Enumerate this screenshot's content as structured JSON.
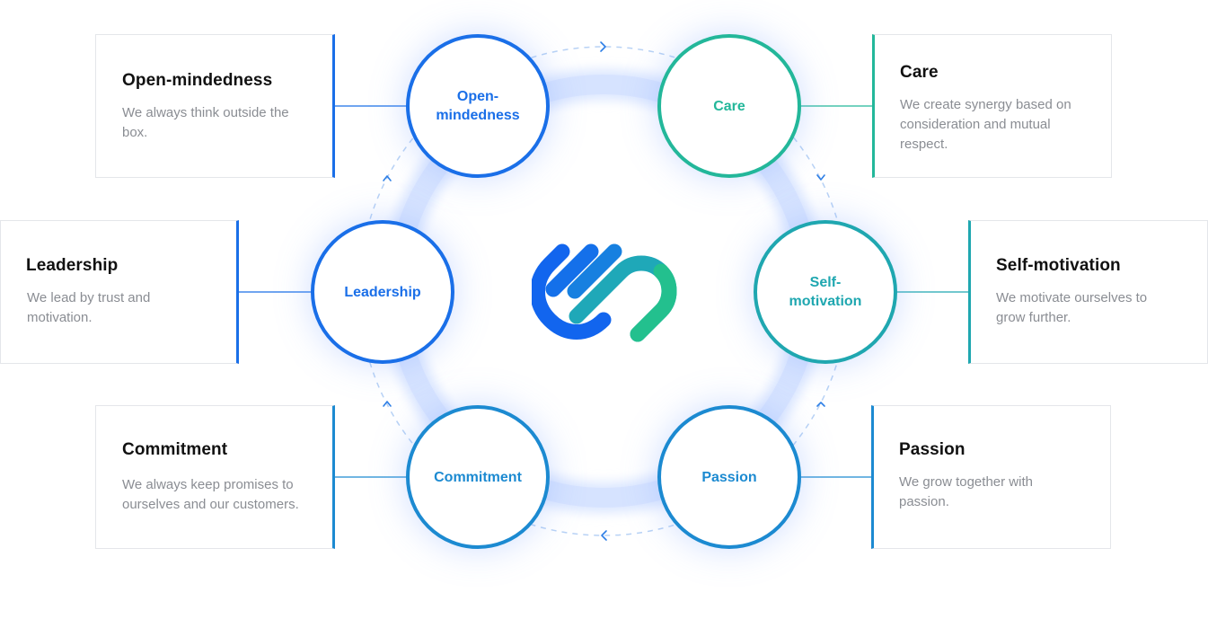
{
  "colors": {
    "blue": "#1a6fe8",
    "mid_blue": "#1c8ad1",
    "teal": "#23b79a",
    "teal_blue": "#1fa7b0",
    "ring_glow": "#dbe7ff",
    "card_border": "#e4e6ea"
  },
  "values": [
    {
      "id": "open",
      "node_label": "Open-\nmindedness",
      "title": "Open-mindedness",
      "description": "We always think outside the box.",
      "accent": "#1a6fe8"
    },
    {
      "id": "care",
      "node_label": "Care",
      "title": "Care",
      "description": "We create synergy based on consideration and mutual respect.",
      "accent": "#23b79a"
    },
    {
      "id": "leadership",
      "node_label": "Leadership",
      "title": "Leadership",
      "description": "We lead by trust and motivation.",
      "accent": "#1a6fe8"
    },
    {
      "id": "self",
      "node_label": "Self-\nmotivation",
      "title": "Self-motivation",
      "description": "We motivate ourselves to grow further.",
      "accent": "#1fa7b0"
    },
    {
      "id": "commitment",
      "node_label": "Commitment",
      "title": "Commitment",
      "description": "We always keep promises to ourselves and our customers.",
      "accent": "#1c8ad1"
    },
    {
      "id": "passion",
      "node_label": "Passion",
      "title": "Passion",
      "description": "We grow together with passion.",
      "accent": "#1c8ad1"
    }
  ],
  "logo": {
    "icon": "company-logo-icon"
  }
}
